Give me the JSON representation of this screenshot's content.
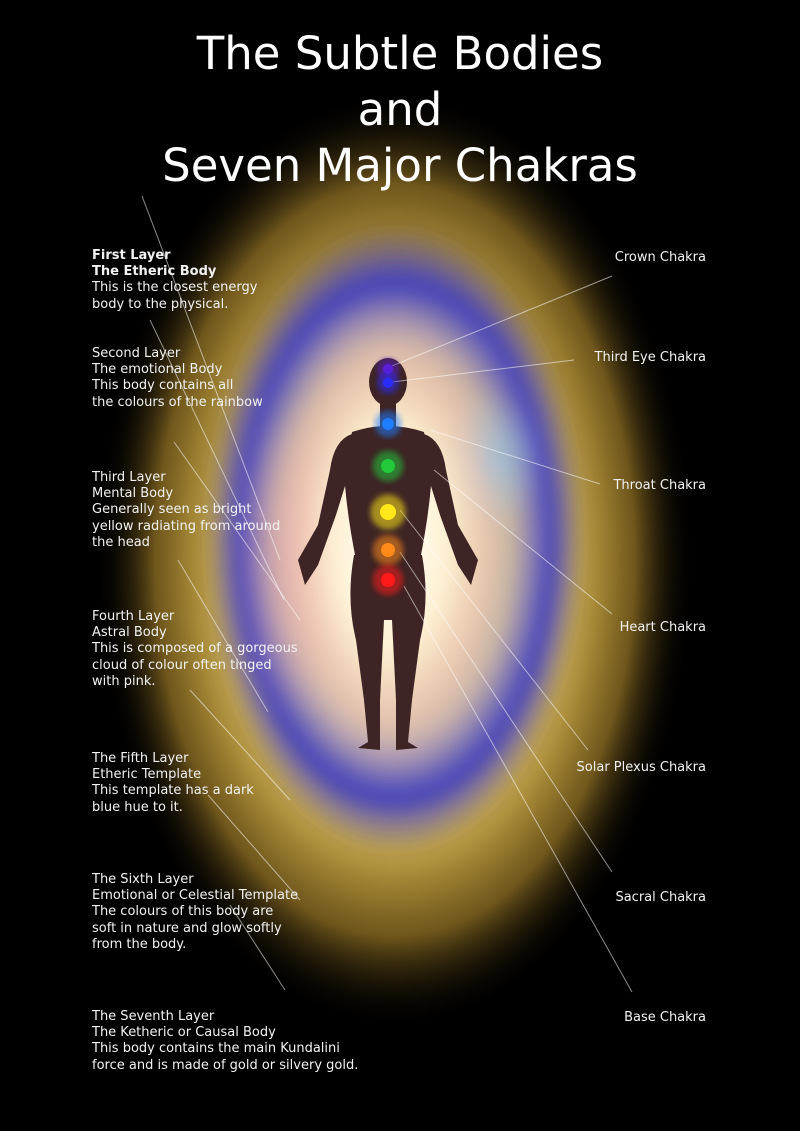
{
  "title": {
    "line1": "The Subtle Bodies",
    "line2": "and",
    "line3": "Seven Major Chakras"
  },
  "layers": [
    {
      "lines": [
        "First Layer",
        "The Etheric Body",
        "This is the closest energy",
        "body to the physical."
      ]
    },
    {
      "lines": [
        "Second Layer",
        "The emotional Body",
        "This body contains all",
        "the colours of the rainbow"
      ]
    },
    {
      "lines": [
        "Third Layer",
        "Mental Body",
        "Generally seen as bright",
        "yellow radiating from around",
        "the head"
      ]
    },
    {
      "lines": [
        "Fourth Layer",
        "Astral Body",
        "This is composed of a gorgeous",
        "cloud of colour often tinged",
        "with pink."
      ]
    },
    {
      "lines": [
        "The Fifth Layer",
        "Etheric Template",
        "This template has a dark",
        "blue hue to it."
      ]
    },
    {
      "lines": [
        "The Sixth Layer",
        "Emotional or Celestial Template",
        "The colours of this body are",
        "soft in nature and glow softly",
        "from the body."
      ]
    },
    {
      "lines": [
        "The Seventh Layer",
        "The Ketheric or Causal Body",
        "This body contains the main Kundalini",
        "force and is made of gold or silvery gold."
      ]
    }
  ],
  "chakras": [
    {
      "label": "Crown Chakra",
      "color": "#5a1fd6"
    },
    {
      "label": "Third Eye Chakra",
      "color": "#2a2cff"
    },
    {
      "label": "Throat Chakra",
      "color": "#1f7dff"
    },
    {
      "label": "Heart Chakra",
      "color": "#22c93a"
    },
    {
      "label": "Solar Plexus Chakra",
      "color": "#ffe81a"
    },
    {
      "label": "Sacral Chakra",
      "color": "#ff8a1a"
    },
    {
      "label": "Base Chakra",
      "color": "#ff1a1a"
    }
  ],
  "colors": {
    "background": "#000000",
    "text": "#ffffff",
    "aura_outer": "#e8c15a",
    "aura_inner": "#3a3cc8"
  }
}
